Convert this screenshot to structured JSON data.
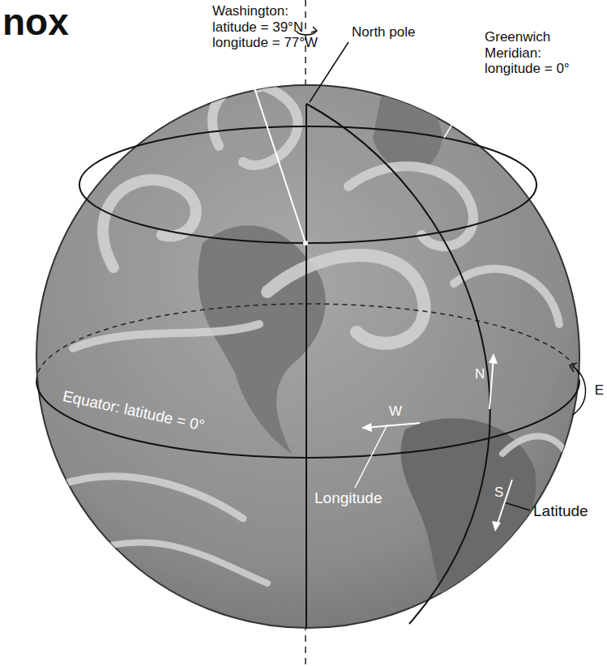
{
  "diagram": {
    "title": "nox",
    "labels": [
      "Washington: latitude = 39°N longitude = 77°W",
      "North pole",
      "Greenwich Meridian: longitude = 0°",
      "E",
      "N",
      "Equator: latitude = 0°",
      "W",
      "S",
      "Longitude",
      "Latitude"
    ]
  }
}
